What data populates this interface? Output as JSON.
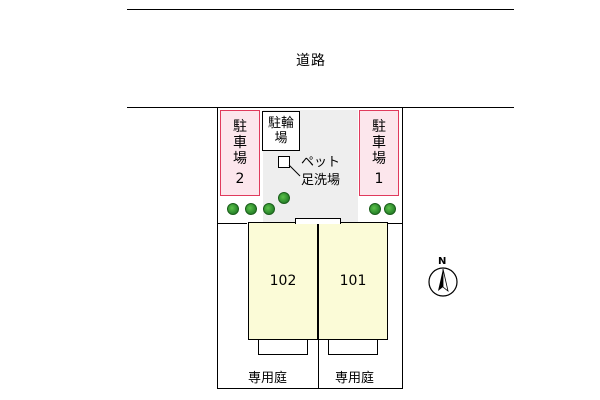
{
  "road": {
    "label": "道路"
  },
  "parking": [
    {
      "id": "2",
      "label_chars": [
        "駐",
        "車",
        "場"
      ],
      "number": "2"
    },
    {
      "id": "1",
      "label_chars": [
        "駐",
        "車",
        "場"
      ],
      "number": "1"
    }
  ],
  "bicycle_parking": {
    "line1": "駐輪",
    "line2": "場"
  },
  "pet_wash": {
    "line1": "ペット",
    "line2": "足洗場"
  },
  "units": [
    {
      "number": "102",
      "garden": "専用庭"
    },
    {
      "number": "101",
      "garden": "専用庭"
    }
  ],
  "north": {
    "letter": "N"
  },
  "colors": {
    "parking_fill": "#fce6ec",
    "parking_border": "#e03a5c",
    "unit_fill": "#fbfbd7",
    "paved": "#eeeeee",
    "tree": "#2e8b2e"
  }
}
